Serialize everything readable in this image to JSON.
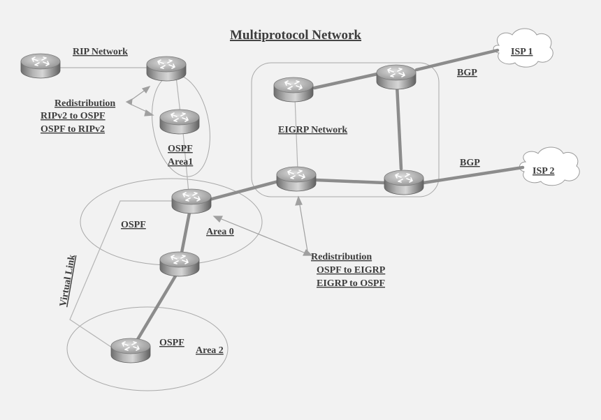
{
  "title": "Multiprotocol Network",
  "labels": {
    "rip_network": "RIP Network",
    "redist1_title": "Redistribution",
    "redist1_line1": "RIPv2 to OSPF",
    "redist1_line2": "OSPF to RIPv2",
    "ospf_area1_proto": "OSPF",
    "ospf_area1_area": "Area1",
    "eigrp_network": "EIGRP Network",
    "bgp_1": "BGP",
    "bgp_2": "BGP",
    "isp1": "ISP 1",
    "isp2": "ISP 2",
    "ospf_area0_proto": "OSPF",
    "ospf_area0_area": "Area 0",
    "redist2_title": "Redistribution",
    "redist2_line1": "OSPF to EIGRP",
    "redist2_line2": "EIGRP to OSPF",
    "virtual_link": "Virtual Link",
    "ospf_area2_proto": "OSPF",
    "ospf_area2_area": "Area 2"
  },
  "colors": {
    "background": "#f2f2f2",
    "text": "#3c3c3c",
    "link_thick": "#8c8c8c",
    "link_thin": "#b4b4b4",
    "area_outline": "#a8a8a8"
  },
  "routers": [
    "rip-edge",
    "rip-border",
    "area1",
    "area0-abr",
    "area0-lower",
    "area2",
    "eigrp-left",
    "eigrp-top",
    "eigrp-bottom-left",
    "eigrp-bottom-right"
  ]
}
